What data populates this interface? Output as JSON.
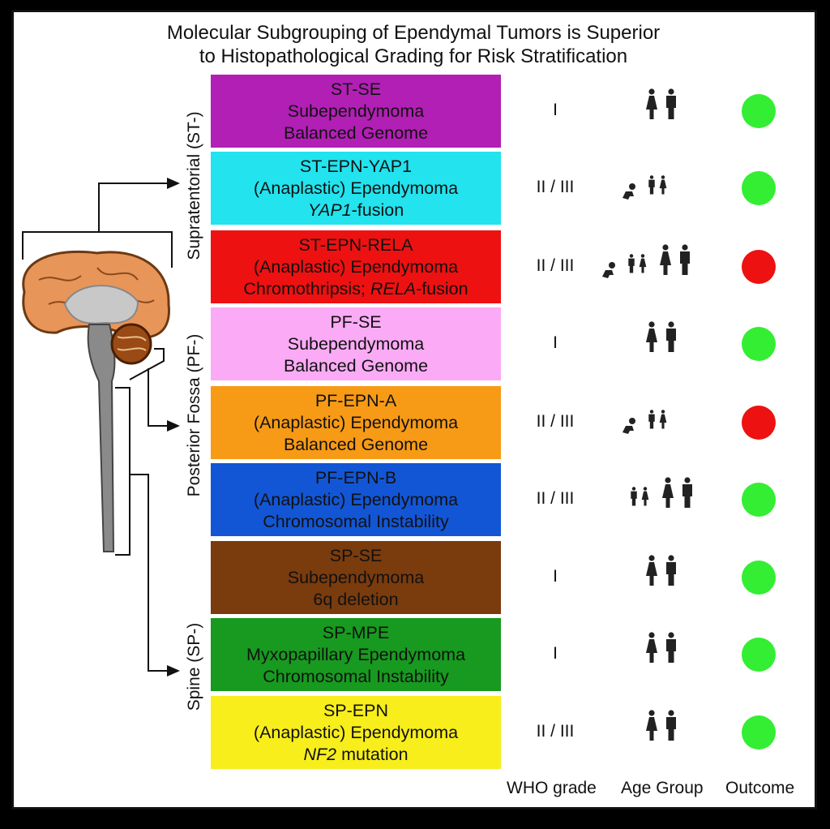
{
  "title": {
    "line1": "Molecular Subgrouping of Ependymal Tumors is Superior",
    "line2": "to Histopathological Grading for Risk Stratification"
  },
  "regions": {
    "supratentorial": "Supratentorial (ST-)",
    "posterior_fossa": "Posterior Fossa (PF-)",
    "spine": "Spine (SP-)"
  },
  "columns": {
    "who_grade": "WHO grade",
    "age_group": "Age Group",
    "outcome": "Outcome"
  },
  "colors": {
    "good_outcome": "#33ee33",
    "poor_outcome": "#ee1111"
  },
  "rows": [
    {
      "name": "ST-SE",
      "histology": "Subependymoma",
      "genetics": "Balanced Genome",
      "genetics_italic": "",
      "grade": "I",
      "ages": [
        "adult"
      ],
      "outcome": "good",
      "color": "#b21fb5"
    },
    {
      "name": "ST-EPN-YAP1",
      "histology": "(Anaplastic) Ependymoma",
      "genetics": "-fusion",
      "genetics_italic": "YAP1",
      "grade": "II / III",
      "ages": [
        "infant",
        "child"
      ],
      "outcome": "good",
      "color": "#22e3ee"
    },
    {
      "name": "ST-EPN-RELA",
      "histology": "(Anaplastic) Ependymoma",
      "genetics": "-fusion",
      "genetics_italic": "RELA",
      "genetics_prefix": "Chromothripsis; ",
      "grade": "II / III",
      "ages": [
        "infant",
        "child",
        "adult"
      ],
      "outcome": "poor",
      "color": "#ee1111"
    },
    {
      "name": "PF-SE",
      "histology": "Subependymoma",
      "genetics": "Balanced Genome",
      "genetics_italic": "",
      "grade": "I",
      "ages": [
        "adult"
      ],
      "outcome": "good",
      "color": "#fbaaf5"
    },
    {
      "name": "PF-EPN-A",
      "histology": "(Anaplastic) Ependymoma",
      "genetics": "Balanced Genome",
      "genetics_italic": "",
      "grade": "II / III",
      "ages": [
        "infant",
        "child"
      ],
      "outcome": "poor",
      "color": "#f79a16"
    },
    {
      "name": "PF-EPN-B",
      "histology": "(Anaplastic) Ependymoma",
      "genetics": "Chromosomal Instability",
      "genetics_italic": "",
      "grade": "II / III",
      "ages": [
        "child",
        "adult"
      ],
      "outcome": "good",
      "color": "#1256d6"
    },
    {
      "name": "SP-SE",
      "histology": "Subependymoma",
      "genetics": "6q deletion",
      "genetics_italic": "",
      "grade": "I",
      "ages": [
        "adult"
      ],
      "outcome": "good",
      "color": "#7a3b0d"
    },
    {
      "name": "SP-MPE",
      "histology": "Myxopapillary Ependymoma",
      "genetics": "Chromosomal Instability",
      "genetics_italic": "",
      "grade": "I",
      "ages": [
        "adult"
      ],
      "outcome": "good",
      "color": "#179a1f"
    },
    {
      "name": "SP-EPN",
      "histology": "(Anaplastic) Ependymoma",
      "genetics": " mutation",
      "genetics_italic": "NF2",
      "grade": "II / III",
      "ages": [
        "adult"
      ],
      "outcome": "good",
      "color": "#f7ee1c"
    }
  ]
}
